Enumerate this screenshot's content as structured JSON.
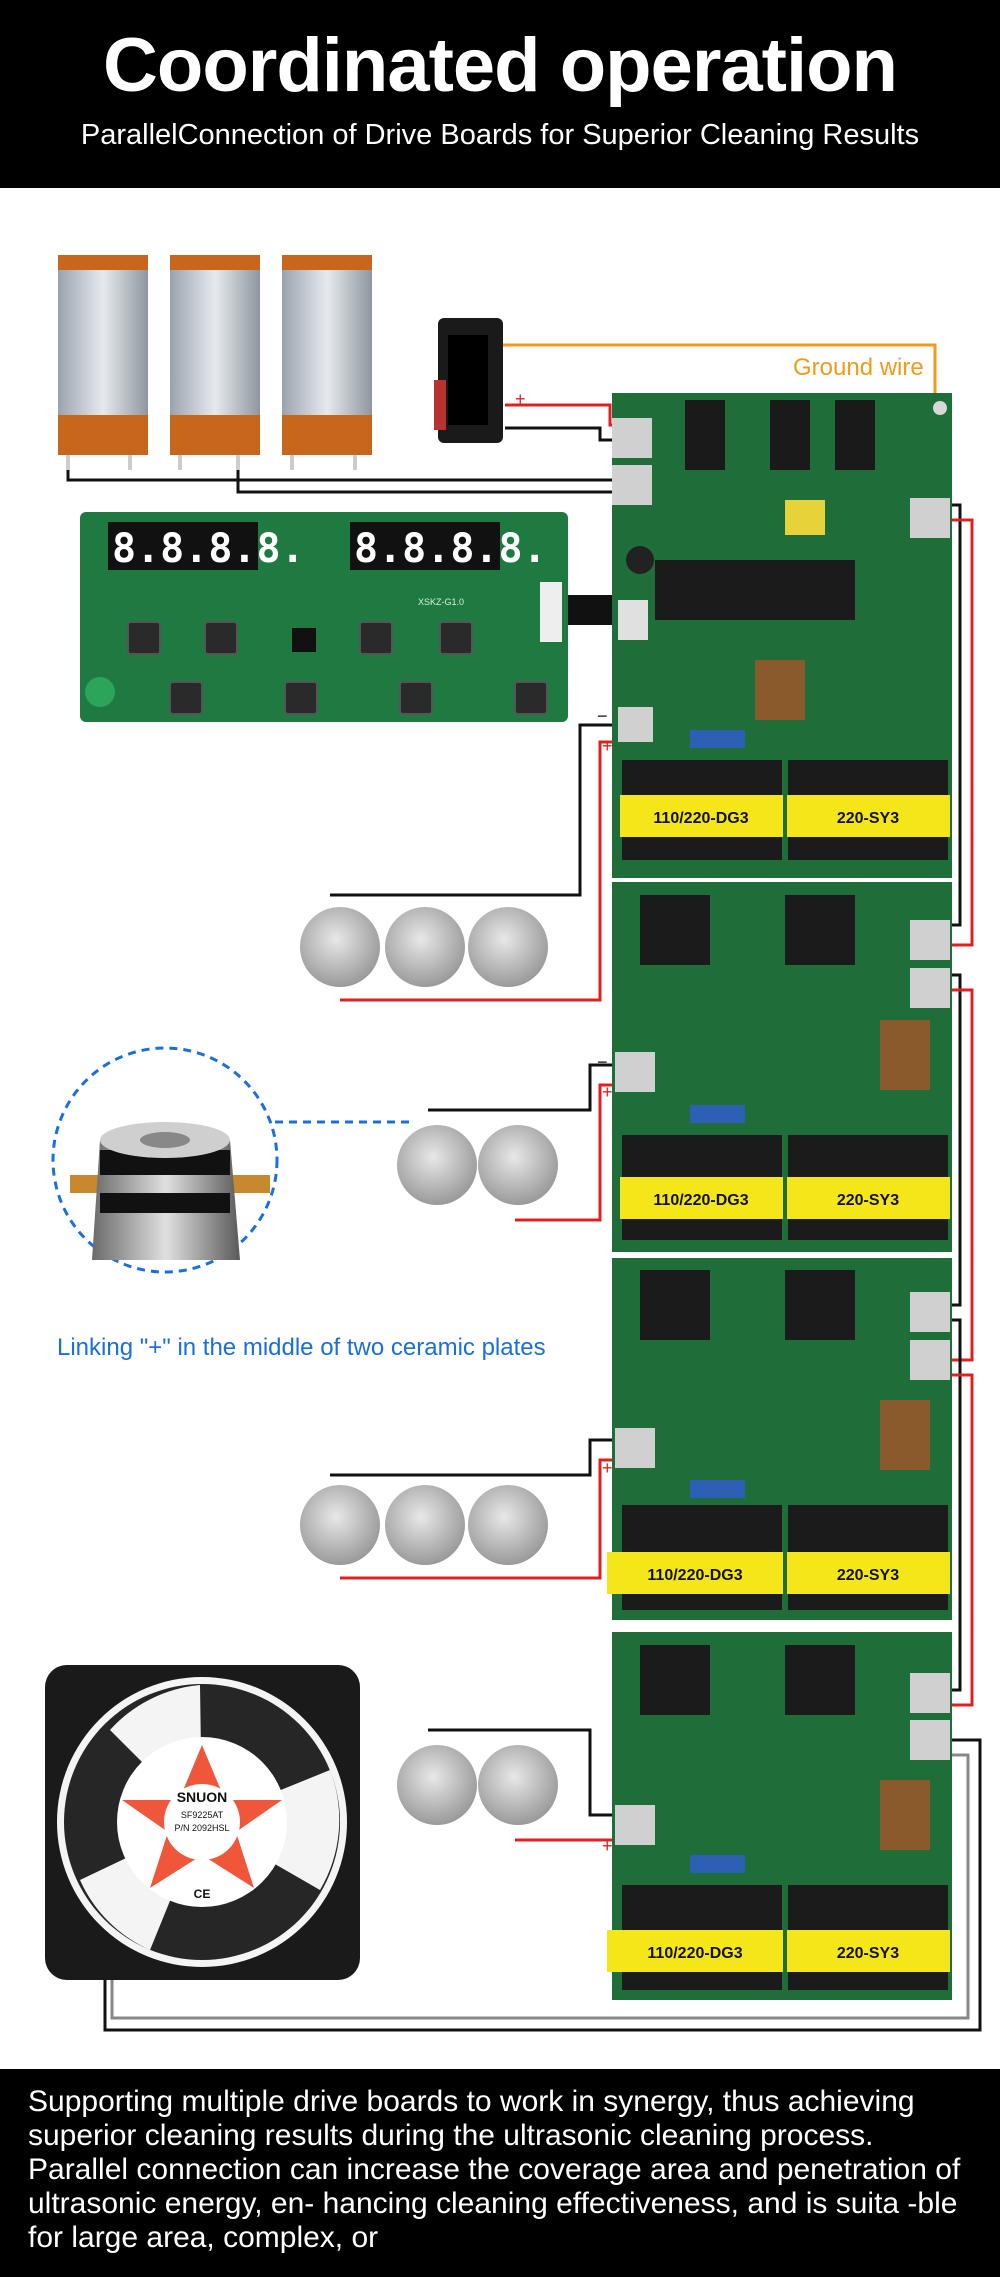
{
  "header": {
    "title": "Coordinated operation",
    "subtitle": "ParallelConnection of Drive Boards for Superior Cleaning Results"
  },
  "labels": {
    "ground_wire": "Ground wire",
    "linking_note": "Linking \"+\" in the middle of two ceramic plates",
    "plus": "+",
    "minus": "−"
  },
  "display_board": {
    "digits_left": "8.8.8.8.",
    "digits_right": "8.8.8.8.",
    "model": "XSKZ-G1.0"
  },
  "drive_boards": [
    {
      "transformer_left": "110/220-DG3",
      "transformer_right": "220-SY3"
    },
    {
      "transformer_left": "110/220-DG3",
      "transformer_right": "220-SY3"
    },
    {
      "transformer_left": "110/220-DG3",
      "transformer_right": "220-SY3"
    },
    {
      "transformer_left": "110/220-DG3",
      "transformer_right": "220-SY3"
    }
  ],
  "fan": {
    "brand": "SNUON",
    "model": "SF9225AT",
    "part": "P/N 2092HSL",
    "cert": "CE"
  },
  "footer": {
    "text": "Supporting multiple drive boards to work in synergy, thus achieving superior cleaning results during the ultrasonic cleaning process. Parallel connection can increase the coverage area and penetration of ultrasonic energy, en- hancing cleaning effectiveness, and is suita -ble for large area, complex, or"
  },
  "colors": {
    "pcb_green": "#1f6e3a",
    "wire_red": "#e02020",
    "wire_black": "#111111",
    "ground_orange": "#f39a1a",
    "label_yellow": "#f5e61a",
    "note_blue": "#1a6fe0"
  }
}
